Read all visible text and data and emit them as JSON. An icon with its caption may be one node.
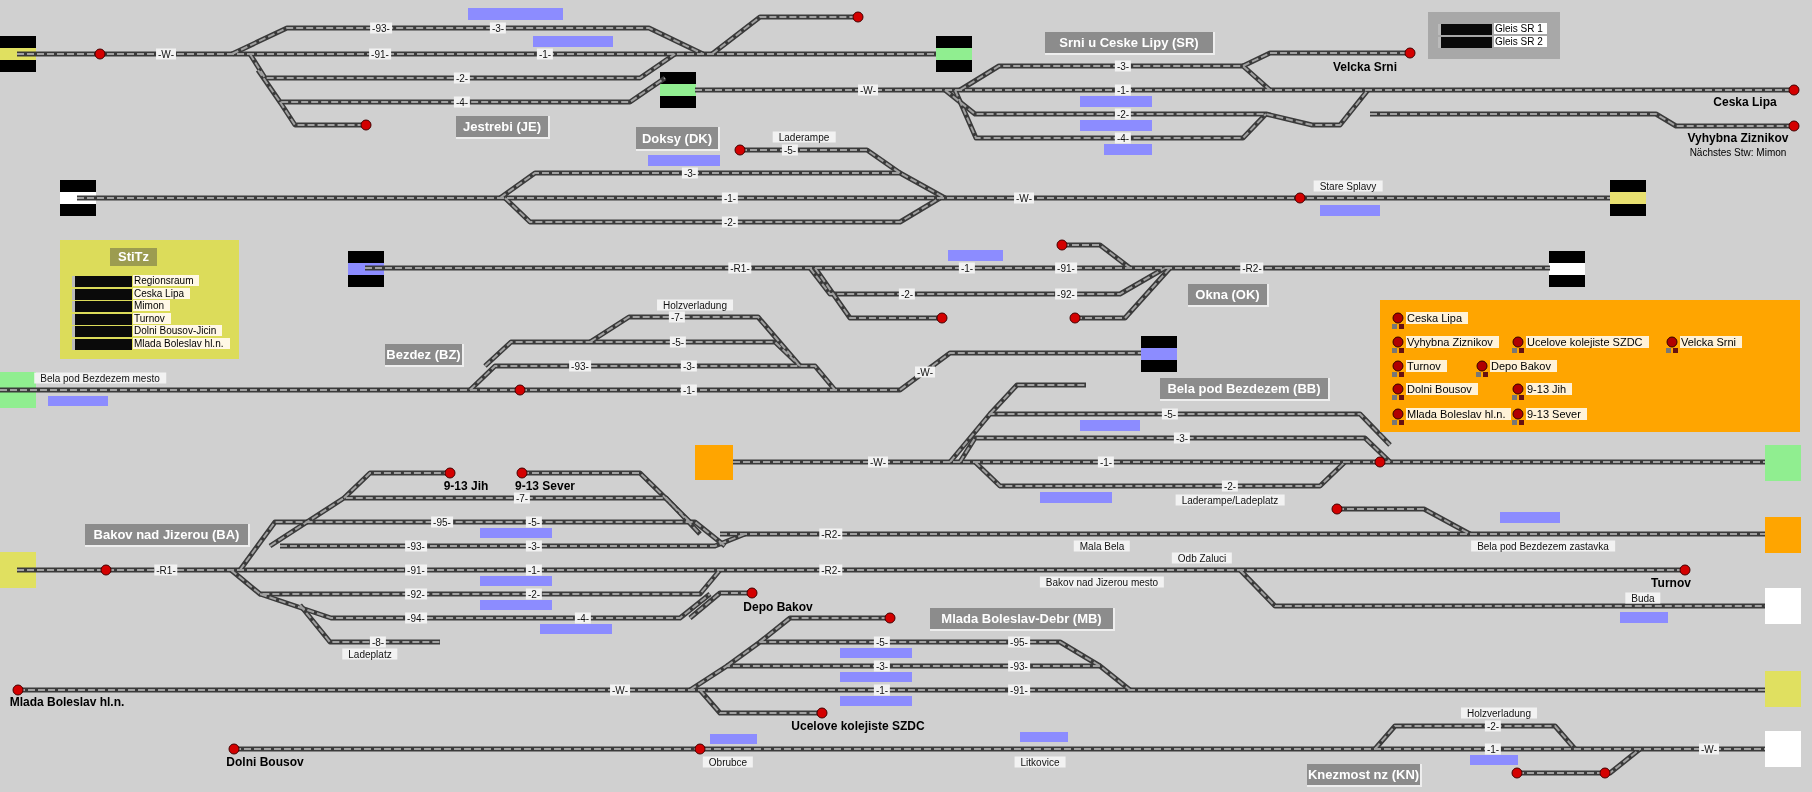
{
  "diagram": {
    "nodes": [
      {
        "text": [
          "Jestrebi (JE)"
        ]
      },
      {
        "text": [
          "Srni u Ceske Lipy (SR)"
        ]
      },
      {
        "text": [
          "Gleis SR 1",
          "Gleis SR 2"
        ]
      },
      {
        "text": [
          "Doksy (DK)"
        ]
      },
      {
        "text": [
          "StiTz",
          "Regionsraum",
          "Ceska Lipa",
          "Mimon",
          "Turnov",
          "Dolni Bousov-Jicin",
          "Mlada Boleslav hl.n."
        ]
      },
      {
        "text": [
          "Okna (OK)"
        ]
      },
      {
        "text": [
          "Bezdez (BZ)"
        ]
      },
      {
        "text": [
          "Bela pod Bezdezem (BB)"
        ]
      },
      {
        "text": [
          "Ceska Lipa",
          "Vyhybna Ziznikov",
          "Ucelove kolejiste SZDC",
          "Velcka Srni",
          "Turnov",
          "Depo Bakov",
          "Dolni Bousov",
          "9-13 Jih",
          "Mlada Boleslav hl.n.",
          "9-13 Sever"
        ]
      },
      {
        "text": [
          "Bakov nad Jizerou (BA)"
        ]
      },
      {
        "text": [
          "Mlada Boleslav-Debr (MB)"
        ]
      },
      {
        "text": [
          "Knezmost nz (KN)"
        ]
      }
    ],
    "labels": [
      "-W-",
      "-93-",
      "-3-",
      "-91-",
      "-1-",
      "-2-",
      "-4-",
      "-W-",
      "-3-",
      "-1-",
      "-2-",
      "-4-",
      "Velcka Srni",
      "Ceska Lipa",
      "Vyhybna Ziznikov",
      "Nächstes Stw: Mimon",
      "Laderampe",
      "-5-",
      "-3-",
      "-1-",
      "-2-",
      "-W-",
      "Stare Splavy",
      "-R1-",
      "-1-",
      "-91-",
      "-R2-",
      "-2-",
      "-92-",
      "Holzverladung",
      "-7-",
      "-5-",
      "-93-",
      "-3-",
      "Bela pod Bezdezem mesto",
      "-1-",
      "-W-",
      "-5-",
      "-3-",
      "-W-",
      "-1-",
      "-2-",
      "Laderampe/Ladeplatz",
      "-R2-",
      "Mala Bela",
      "Bela pod Bezdezem zastavka",
      "9-13 Jih",
      "9-13 Sever",
      "-7-",
      "-95-",
      "-5-",
      "-93-",
      "-3-",
      "-R1-",
      "-91-",
      "-1-",
      "-R2-",
      "Odb Zaluci",
      "Bakov nad Jizerou mesto",
      "Turnov",
      "-92-",
      "-2-",
      "Buda",
      "Depo Bakov",
      "-94-",
      "-4-",
      "-8-",
      "Ladeplatz",
      "-5-",
      "-95-",
      "-3-",
      "-93-",
      "-W-",
      "-1-",
      "-91-",
      "Mlada Boleslav hl.n.",
      "Holzverladung",
      "-2-",
      "Ucelove kolejiste SZDC",
      "-1-",
      "-W-",
      "Dolni Bousov",
      "Obrubce",
      "Litkovice"
    ]
  }
}
